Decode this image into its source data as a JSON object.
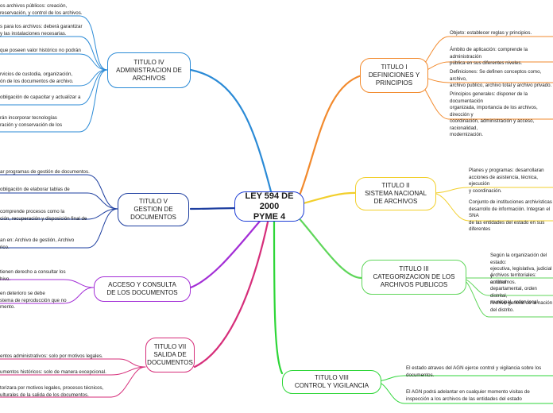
{
  "colors": {
    "center": "#1f3fd6",
    "titulo_i": "#f28a2d",
    "titulo_ii": "#f2cf2c",
    "titulo_iii": "#5fd65a",
    "titulo_iv": "#2a8ad6",
    "titulo_v": "#1e3fa0",
    "acceso": "#a32ed6",
    "titulo_vii": "#d62e7a",
    "titulo_viii": "#2ed638"
  },
  "center": {
    "label": "LEY 594 DE 2000\nPYME 4"
  },
  "nodes": {
    "titulo_i": {
      "label": "TITULO I\nDEFINICIONES Y\nPRINCIPIOS"
    },
    "titulo_ii": {
      "label": "TITULO II\nSISTEMA NACIONAL\nDE ARCHIVOS"
    },
    "titulo_iii": {
      "label": "TITULO III\nCATEGORIZACION DE LOS\nARCHIVOS PUBLICOS"
    },
    "titulo_iv": {
      "label": "TITULO IV\nADMINISTRACION DE\nARCHIVOS"
    },
    "titulo_v": {
      "label": "TITULO V\nGESTION DE\nDOCUMENTOS"
    },
    "acceso": {
      "label": "ACCESO Y CONSULTA\nDE LOS DOCUMENTOS"
    },
    "titulo_vii": {
      "label": "TITULO VII\nSALIDA DE\nDOCUMENTOS"
    },
    "titulo_viii": {
      "label": "TITULO VIII\nCONTROL Y VIGILANCIA"
    }
  },
  "leaves": {
    "i_1": "Objeto: establecer reglas y principios.",
    "i_2": "Ámbito de aplicación: comprende la administración\npública en sus diferentes niveles.",
    "i_3": "Definiciones: Se definen conceptos como, archivo,\narchivo publico, archivo total y archivo privado.",
    "i_4": "Principios generales: disponer de la documentación\norganizada, importancia de los archivos, dirección y\ncoordinación, administración y acceso, racionalidad,\nmodernización.",
    "ii_1": "Planes y programas: desarrollaran\nacciones de asistencia, técnica, ejecución\ny coordinación.",
    "ii_2": "Conjunto de instituciones archivísticas\ndesarrollo de información. Integran el SNA\nde las entidades del estado en sus diferentes",
    "iii_1": "Según la organización del estado:\nejecutiva, legislativa, judicial y\nautónomos.",
    "iii_2": "Archivos territoriales: entidad\ndepartamental, orden distrital,\nmunicipal, orden local.",
    "iii_3": "Archivo general de la nación\ndel distrito.",
    "iv_1": "os archivos públicos: creación,\nreservación, y control de los archivos.",
    "iv_2": "s para los archivos: deberá garantizar\ny las instalaciones necesarias.",
    "iv_3": "que poseen valor histórico no podrán",
    "iv_4": "rvicios de custodia, organización,\nón de los documentos de archivo.",
    "iv_5": "obligación de capacitar y actualizar a",
    "iv_6": "rán incorporar tecnologías\nración y conservación de los",
    "v_1": "ar programas de gestión de documentos.",
    "v_2": "obligación de elaborar tablas de",
    "v_3": "comprende procesos como la\nción, recuperación y disposición final de",
    "v_4": "an en: Archivo de gestión, Archivo\nrico.",
    "acc_1": "tienen derecho a consultar los\nhivo.",
    "acc_2": "en deterioro se debe\nstema de reproducción que no\nmento.",
    "vii_1": "entos administrativos: solo por motivos legales.",
    "vii_2": "umentos históricos: solo de manera excepcional.",
    "vii_3": "torizara por motivos legales, procesos técnicos,\nulturales de la salida de los documentos.",
    "viii_1": "El estado atraves del AGN ejerce control y vigilancia sobre los\ndocumentos.",
    "viii_2": "El AGN podrá adelantar en cualquier momento visitas de\ninspección a los archivos de las entidades del estado"
  }
}
